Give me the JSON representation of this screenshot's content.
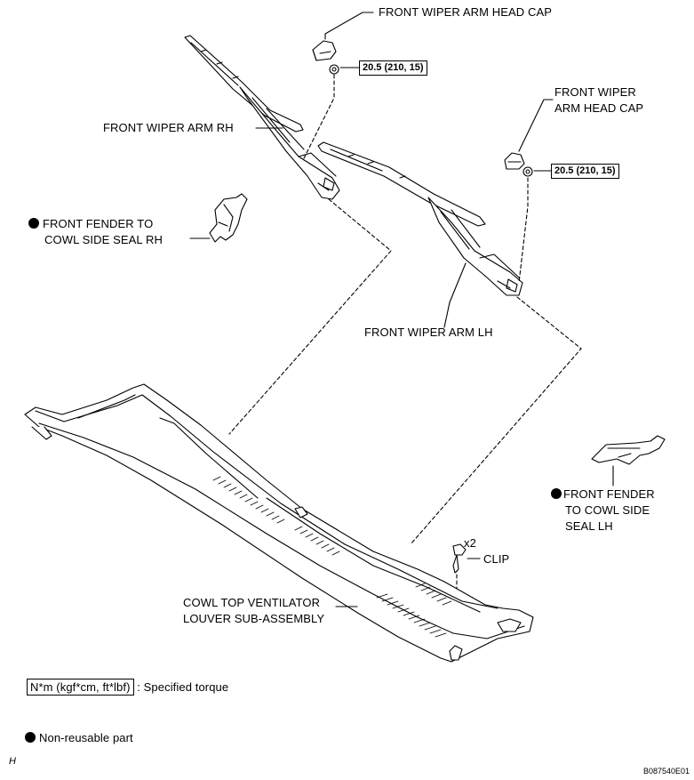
{
  "labels": {
    "head_cap_rh": "FRONT WIPER ARM HEAD CAP",
    "head_cap_lh_line1": "FRONT WIPER",
    "head_cap_lh_line2": "ARM HEAD CAP",
    "arm_rh": "FRONT WIPER ARM RH",
    "arm_lh": "FRONT WIPER ARM LH",
    "seal_rh_line1": "FRONT FENDER TO",
    "seal_rh_line2": "COWL SIDE SEAL RH",
    "seal_lh_line1": "FRONT FENDER",
    "seal_lh_line2": "TO COWL SIDE",
    "seal_lh_line3": "SEAL LH",
    "clip_qty": "x2",
    "clip": "CLIP",
    "louver_line1": "COWL TOP VENTILATOR",
    "louver_line2": "LOUVER SUB-ASSEMBLY"
  },
  "torque": {
    "rh": "20.5 (210, 15)",
    "lh": "20.5 (210, 15)"
  },
  "legend": {
    "torque_unit": "N*m (kgf*cm, ft*lbf)",
    "torque_text": ": Specified torque",
    "nonreusable_text": "Non-reusable part"
  },
  "footer": {
    "left_mark": "H",
    "code": "B087540E01"
  }
}
